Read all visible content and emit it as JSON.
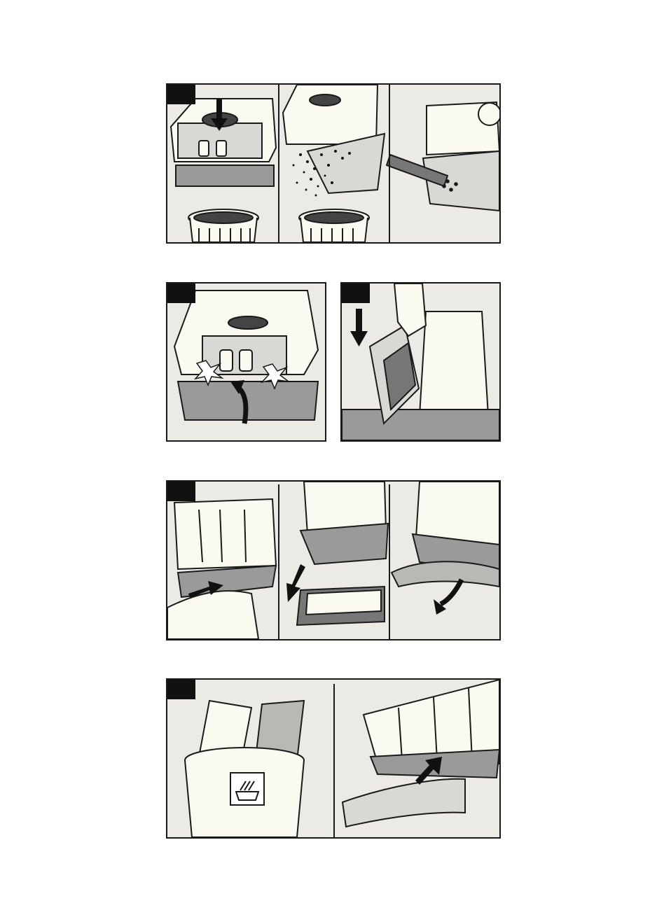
{
  "page": {
    "description_hidden": false,
    "colors": {
      "frame": "#1a1a1a",
      "background": "#ebeae4",
      "object": "#fbfaf0",
      "shade": "#9a9a9a",
      "dark": "#111111"
    }
  },
  "steps": [
    {
      "id": "step-1",
      "icons": [
        "downward-arrow-icon",
        "trash-bin-icon",
        "dust-particles-icon",
        "brush-icon"
      ]
    },
    {
      "id": "step-2",
      "icons": [
        "upward-curved-arrow-icon",
        "click-sparkle-icon"
      ]
    },
    {
      "id": "step-3",
      "icons": [
        "downward-arrow-icon"
      ]
    },
    {
      "id": "step-4",
      "icons": [
        "slide-arrow-icon",
        "downward-arrow-icon",
        "curved-arrow-icon"
      ]
    },
    {
      "id": "step-5",
      "icons": [
        "hand-wash-symbol-icon",
        "upward-arrow-icon"
      ]
    }
  ]
}
